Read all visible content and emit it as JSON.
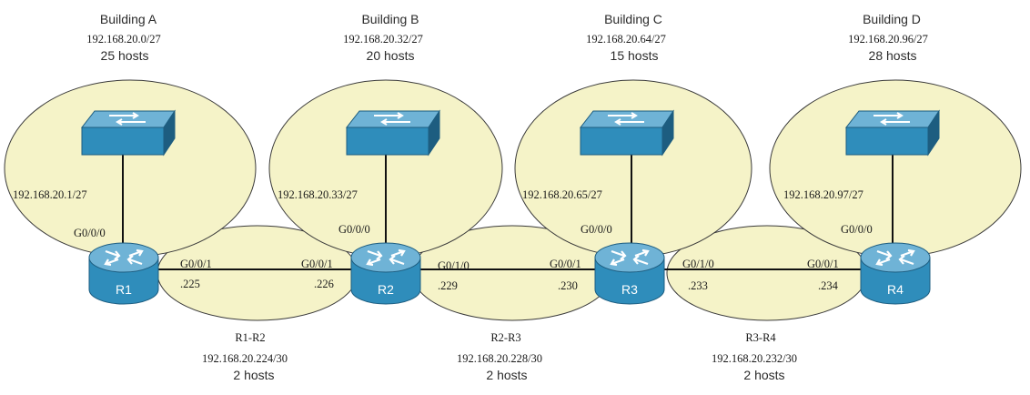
{
  "colors": {
    "lan_fill": "#f5f3c8",
    "lan_stroke": "#3a3a3a",
    "device_blue": "#2f8dbb",
    "device_dark": "#1d5d80",
    "device_light": "#6fb3d6",
    "link": "#111111"
  },
  "buildings": [
    {
      "name": "Building A",
      "network": "192.168.20.0/27",
      "hosts": "25 hosts",
      "gateway": "192.168.20.1/27",
      "interface": "G0/0/0"
    },
    {
      "name": "Building B",
      "network": "192.168.20.32/27",
      "hosts": "20 hosts",
      "gateway": "192.168.20.33/27",
      "interface": "G0/0/0"
    },
    {
      "name": "Building C",
      "network": "192.168.20.64/27",
      "hosts": "15 hosts",
      "gateway": "192.168.20.65/27",
      "interface": "G0/0/0"
    },
    {
      "name": "Building D",
      "network": "192.168.20.96/27",
      "hosts": "28 hosts",
      "gateway": "192.168.20.97/27",
      "interface": "G0/0/0"
    }
  ],
  "routers": [
    {
      "label": "R1",
      "icon": "router-icon"
    },
    {
      "label": "R2",
      "icon": "router-icon"
    },
    {
      "label": "R3",
      "icon": "router-icon"
    },
    {
      "label": "R4",
      "icon": "router-icon"
    }
  ],
  "switch_icon": "switch-icon",
  "links": [
    {
      "name": "R1-R2",
      "network": "192.168.20.224/30",
      "hosts": "2 hosts",
      "left_interface": "G0/0/1",
      "left_host": ".225",
      "right_interface": "G0/0/1",
      "right_host": ".226"
    },
    {
      "name": "R2-R3",
      "network": "192.168.20.228/30",
      "hosts": "2 hosts",
      "left_interface": "G0/1/0",
      "left_host": ".229",
      "right_interface": "G0/0/1",
      "right_host": ".230"
    },
    {
      "name": "R3-R4",
      "network": "192.168.20.232/30",
      "hosts": "2 hosts",
      "left_interface": "G0/1/0",
      "left_host": ".233",
      "right_interface": "G0/0/1",
      "right_host": ".234"
    }
  ]
}
